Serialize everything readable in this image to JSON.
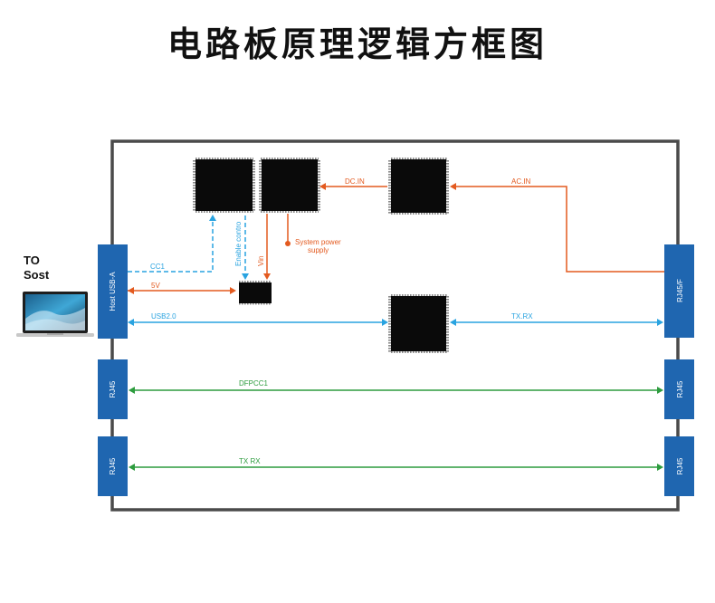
{
  "title": "电路板原理逻辑方框图",
  "host": {
    "line1": "TO",
    "line2": "Sost"
  },
  "ports": {
    "left_usb": "Host USB-A",
    "left_rj45_1": "RJ45",
    "left_rj45_2": "RJ45",
    "right_rj45f": "RJ45/F",
    "right_rj45_1": "RJ45",
    "right_rj45_2": "RJ45"
  },
  "signals": {
    "cc1": "CC1",
    "v5": "5V",
    "usb20": "USB2.0",
    "txrx_right": "TX.RX",
    "dfpcc1": "DFPCC1",
    "txrx_bottom": "TX RX",
    "dcin": "DC.IN",
    "acin": "AC.IN",
    "enable": "Enable contro",
    "vin": "Vin",
    "sys_power_1": "System power",
    "sys_power_2": "supply"
  },
  "colors": {
    "orange": "#e35a1f",
    "blue": "#29a3e0",
    "green": "#2d9c3e",
    "port_blue": "#1f66b0",
    "board": "#4a4a4a",
    "chip": "#0a0a0a"
  },
  "icons": {
    "laptop": "laptop-icon"
  }
}
